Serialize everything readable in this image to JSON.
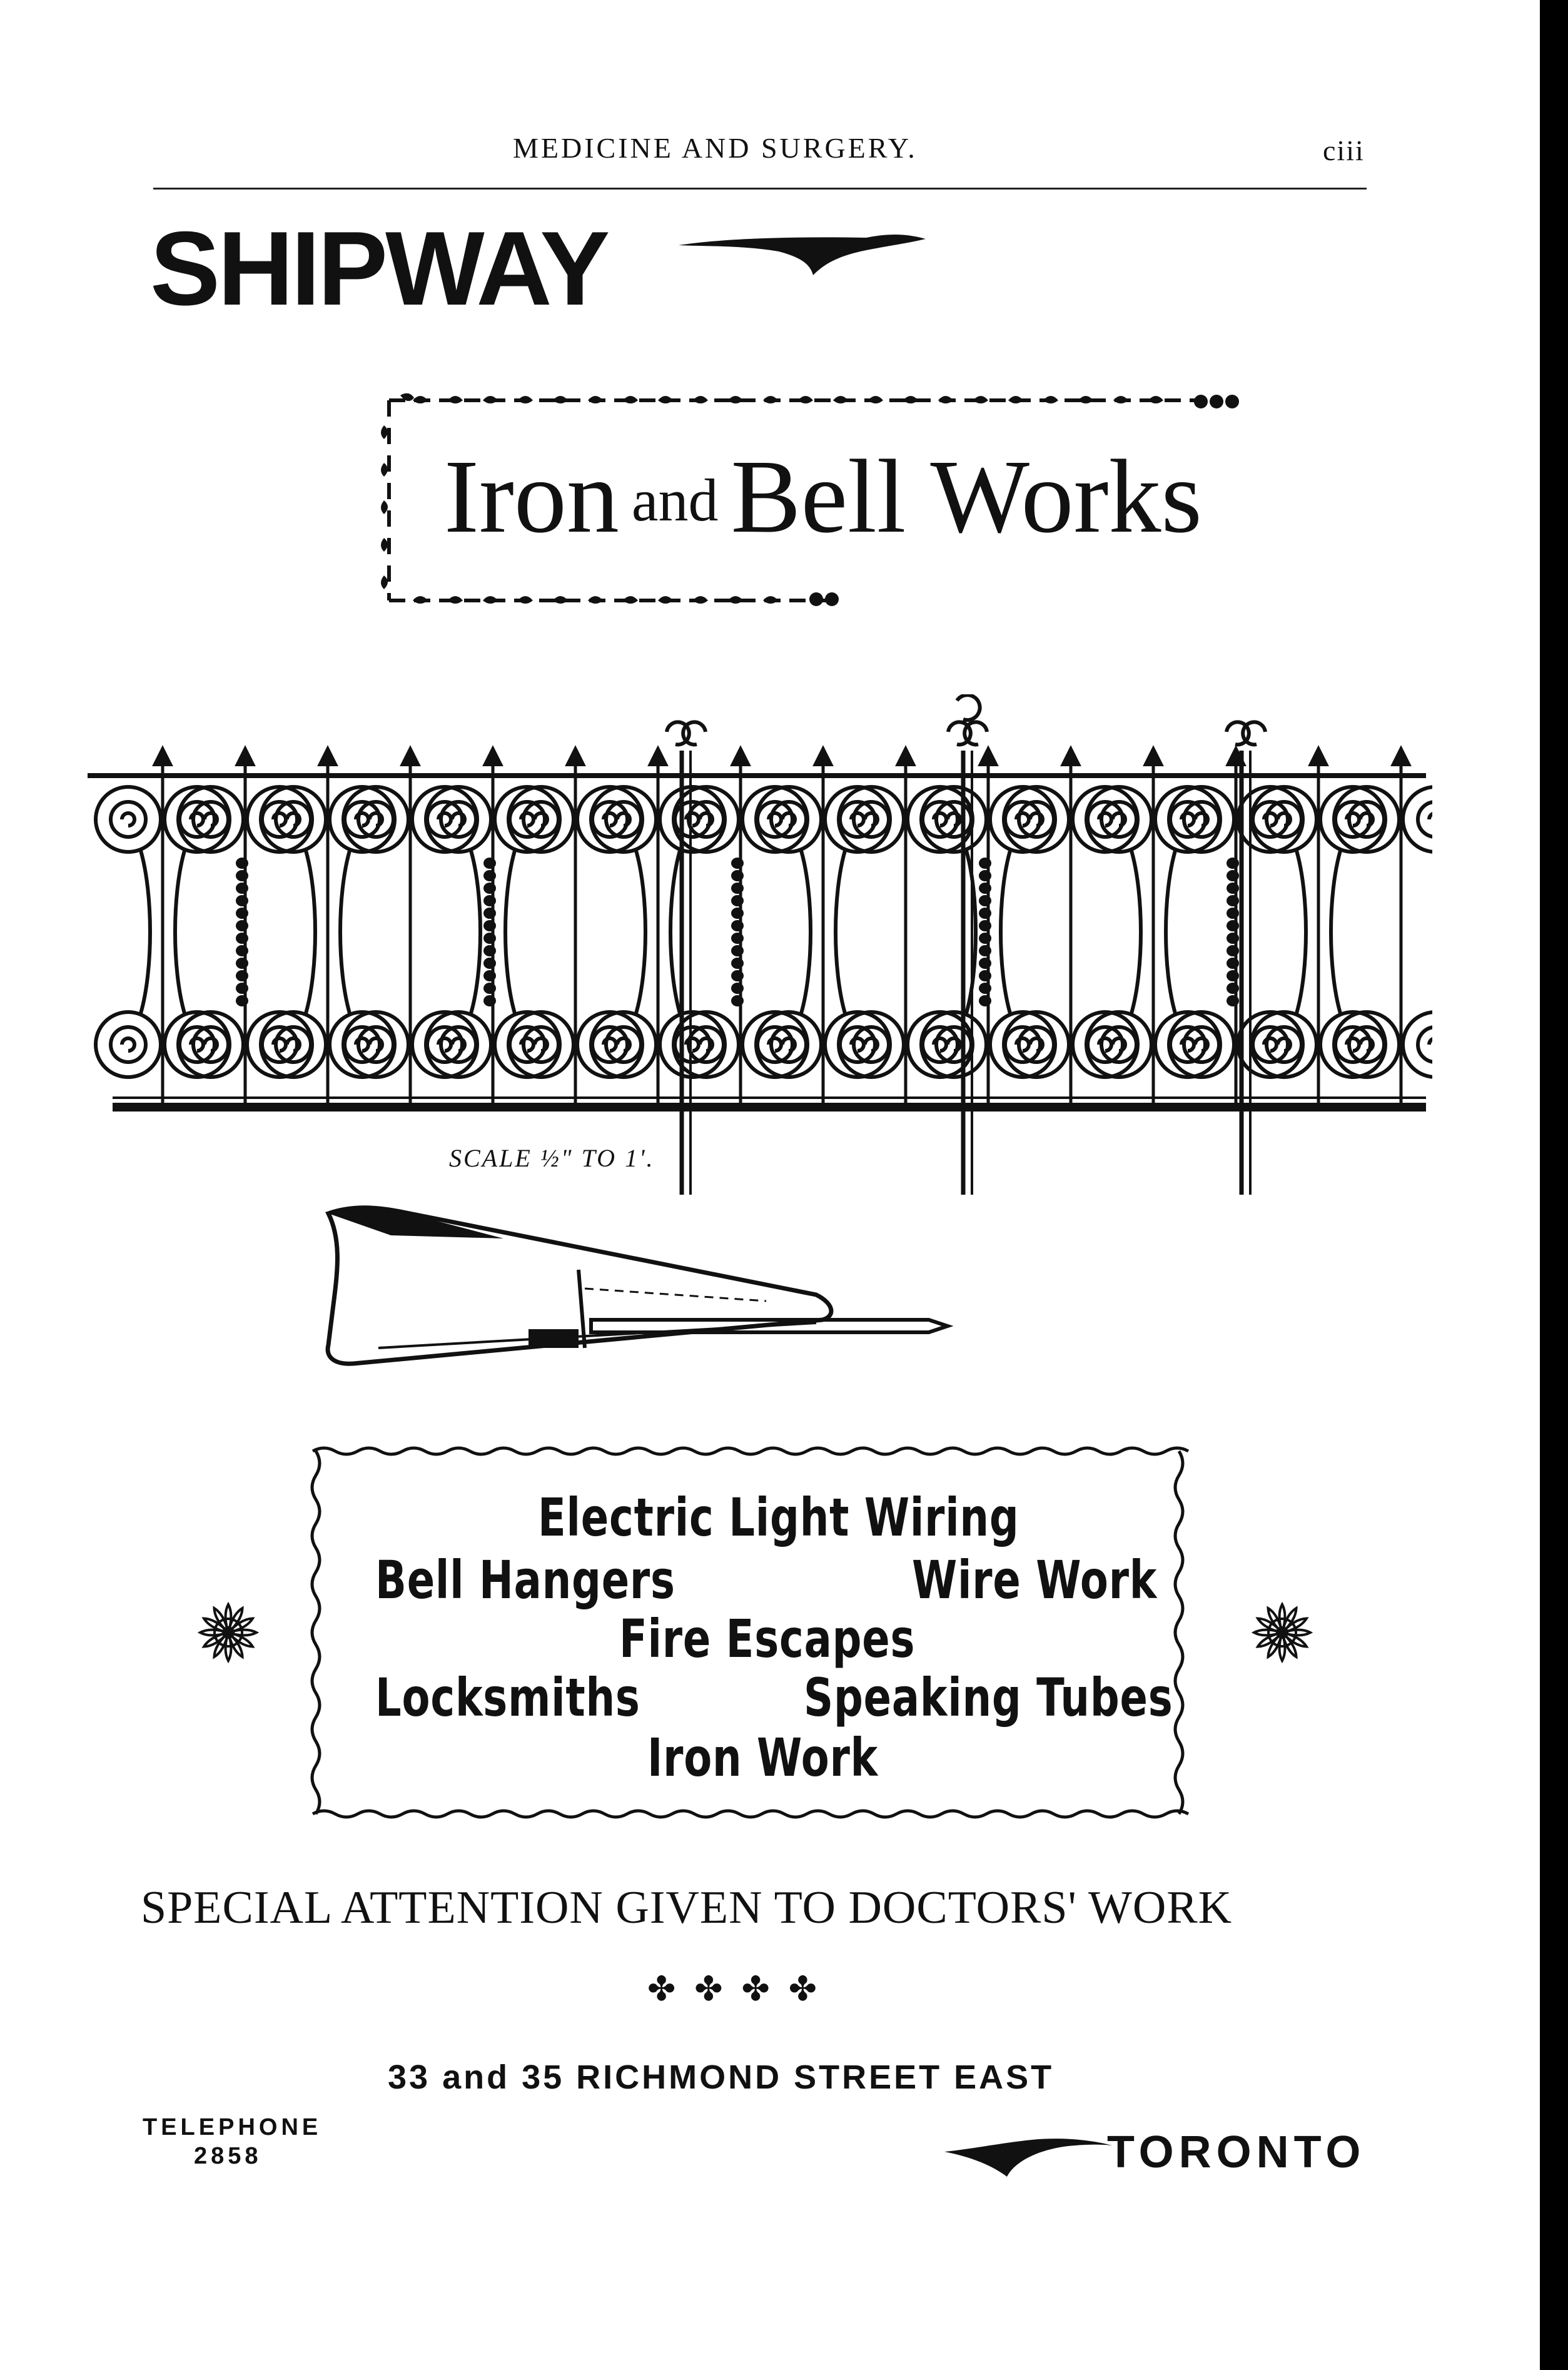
{
  "header": {
    "running_title": "MEDICINE AND SURGERY.",
    "page_number": "ciii"
  },
  "advertisement": {
    "brand": "SHIPWAY",
    "works_title": {
      "part1": "Iron",
      "part2": "and",
      "part3": "Bell Works"
    },
    "scale_label": "SCALE ½\" TO 1'.",
    "services": {
      "electric": "Electric Light Wiring",
      "bell_hangers": "Bell Hangers",
      "wire_work": "Wire Work",
      "fire_escapes": "Fire Escapes",
      "locksmiths": "Locksmiths",
      "speaking_tubes": "Speaking Tubes",
      "iron_work": "Iron Work"
    },
    "special_attention": "SPECIAL ATTENTION GIVEN TO DOCTORS' WORK",
    "dingbats": "✤✤✤✤",
    "address": "33 and 35 RICHMOND STREET EAST",
    "telephone_label": "TELEPHONE",
    "telephone_number": "2858",
    "city": "TORONTO"
  },
  "icons": [
    "swoosh-icon",
    "ornamental-border",
    "iron-railing-illustration",
    "spike-fitting-illustration",
    "rosette-icon"
  ]
}
